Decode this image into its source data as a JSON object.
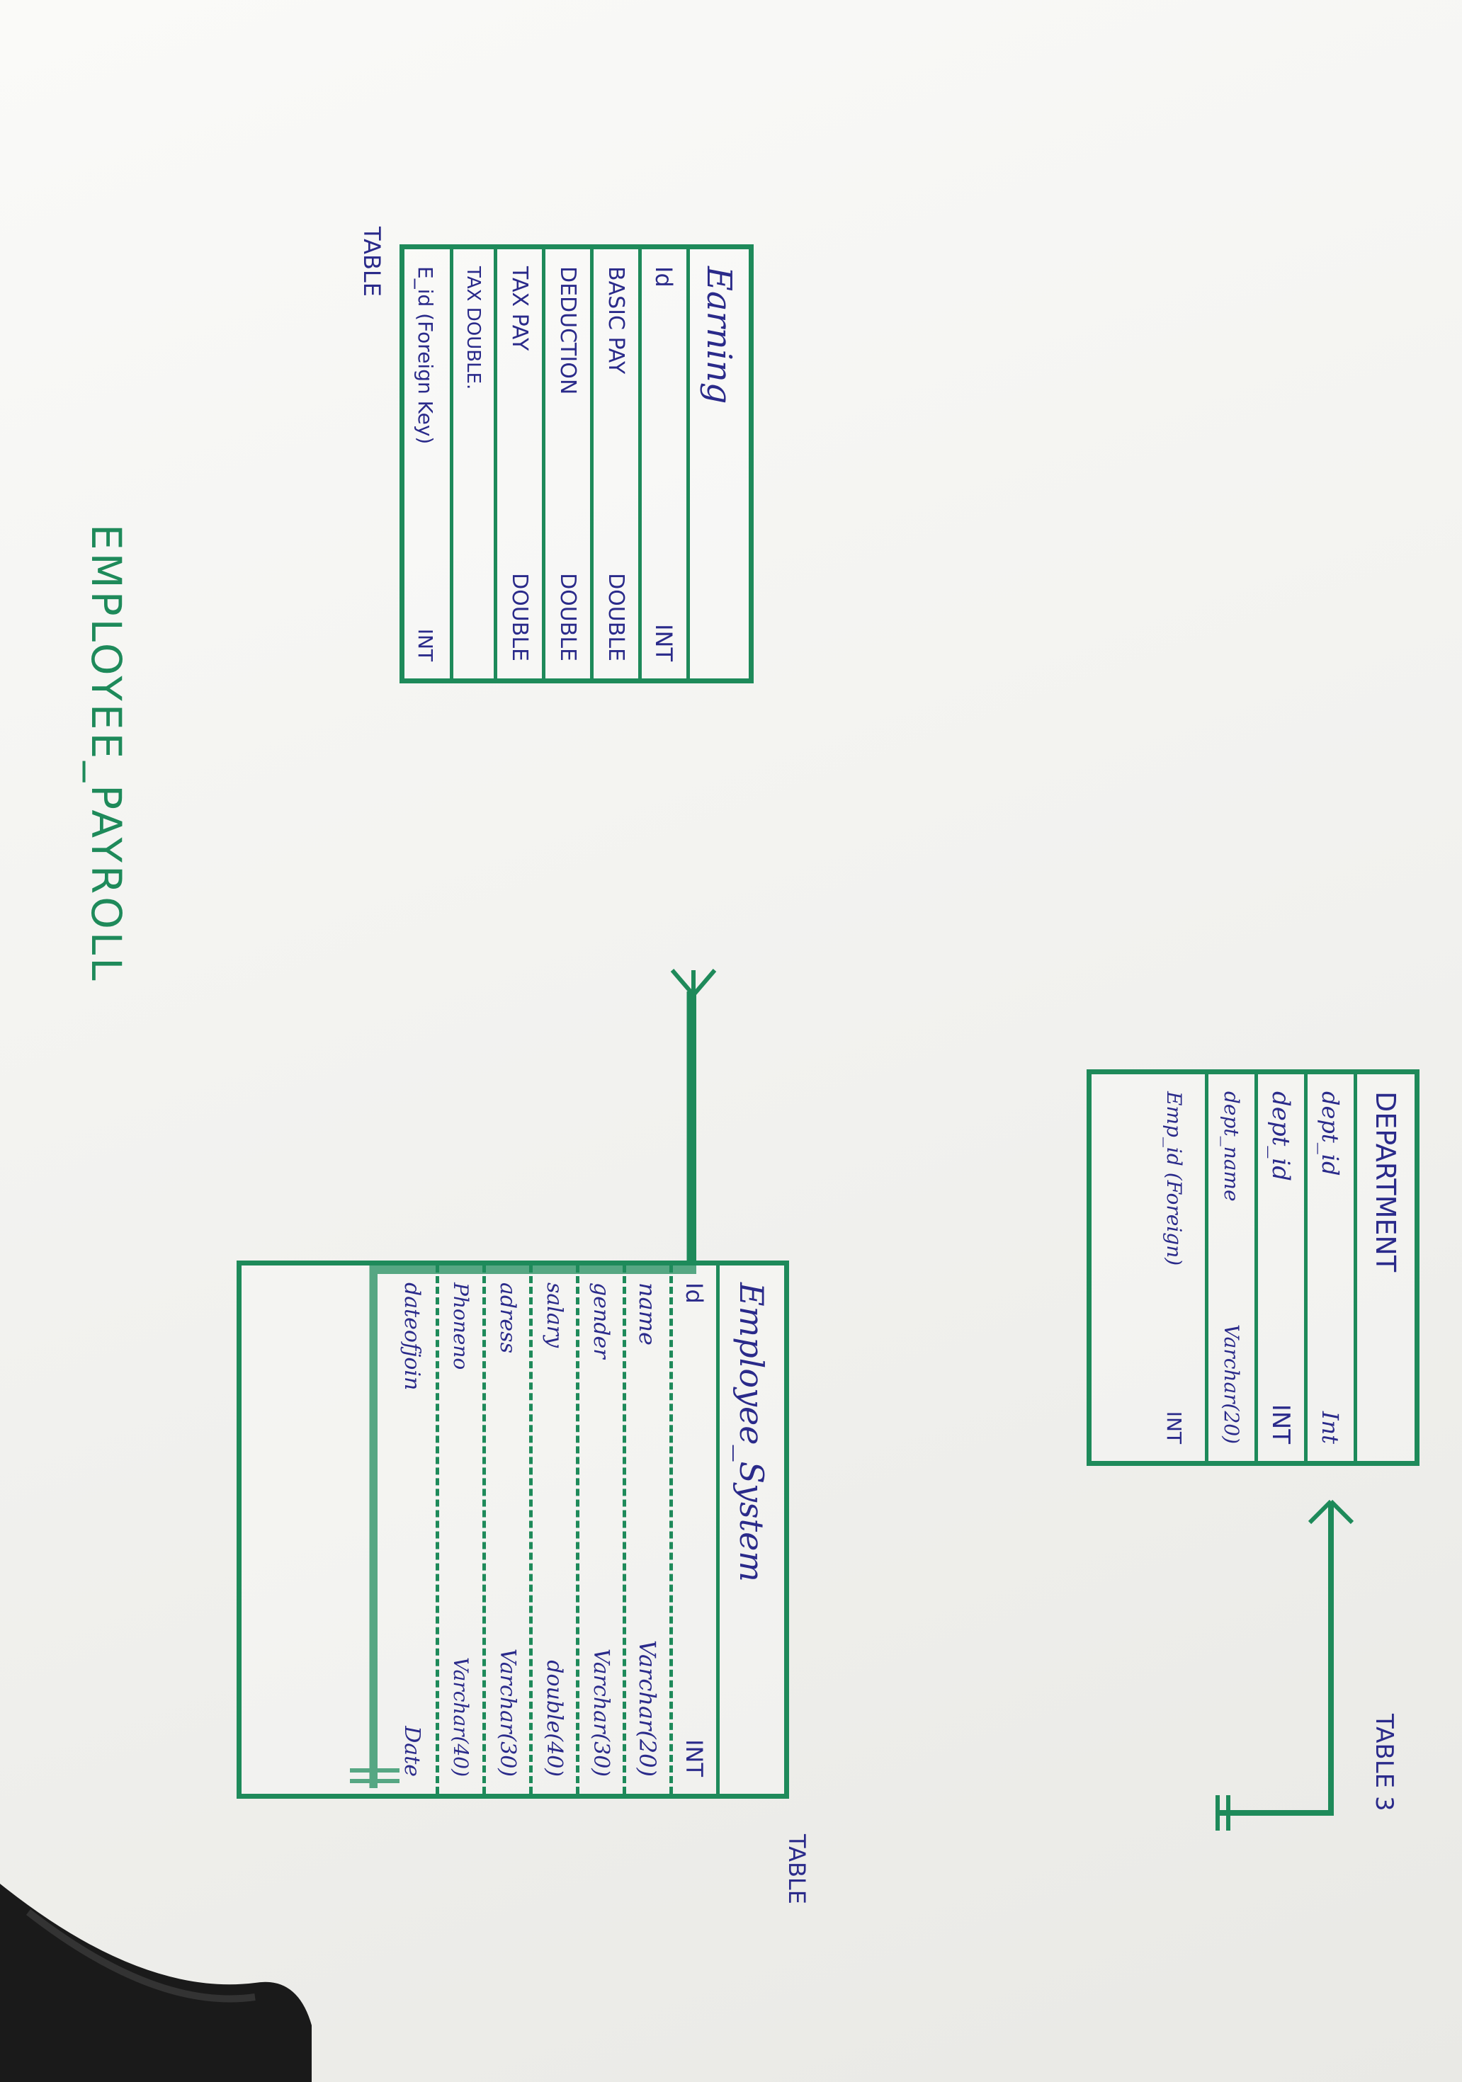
{
  "title": "EMPLOYEE_PAYROLL",
  "tables": {
    "earning": {
      "label": "TABLE",
      "name": "Earning",
      "rows": [
        {
          "field": "Id",
          "type": "INT"
        },
        {
          "field": "BASIC PAY",
          "type": "DOUBLE"
        },
        {
          "field": "DEDUCTION",
          "type": "DOUBLE"
        },
        {
          "field": "TAX PAY",
          "type": "DOUBLE"
        },
        {
          "field": "TAX DOUBLE.",
          "type": ""
        },
        {
          "field": "E_id (Foreign Key)",
          "type": "INT"
        }
      ]
    },
    "employee": {
      "label": "TABLE",
      "name": "Employee_System",
      "rows": [
        {
          "field": "Id",
          "type": "INT"
        },
        {
          "field": "name",
          "type": "Varchar(20)"
        },
        {
          "field": "gender",
          "type": "Varchar(30)"
        },
        {
          "field": "salary",
          "type": "double(40)"
        },
        {
          "field": "adress",
          "type": "Varchar(30)"
        },
        {
          "field": "Phoneno",
          "type": "Varchar(40)"
        },
        {
          "field": "dateofjoin",
          "type": "Date"
        }
      ]
    },
    "department": {
      "label": "TABLE 3",
      "name": "DEPARTMENT",
      "rows": [
        {
          "field": "dept_id",
          "type": "Int"
        },
        {
          "field": "dept_id",
          "type": "INT"
        },
        {
          "field": "dept_name",
          "type": "Varchar(20)"
        },
        {
          "field": "Emp_id (Foreign)",
          "type": "INT"
        }
      ]
    }
  },
  "colors": {
    "ink_line": "#1e8a5a",
    "ink_text": "#2a2a8a"
  }
}
